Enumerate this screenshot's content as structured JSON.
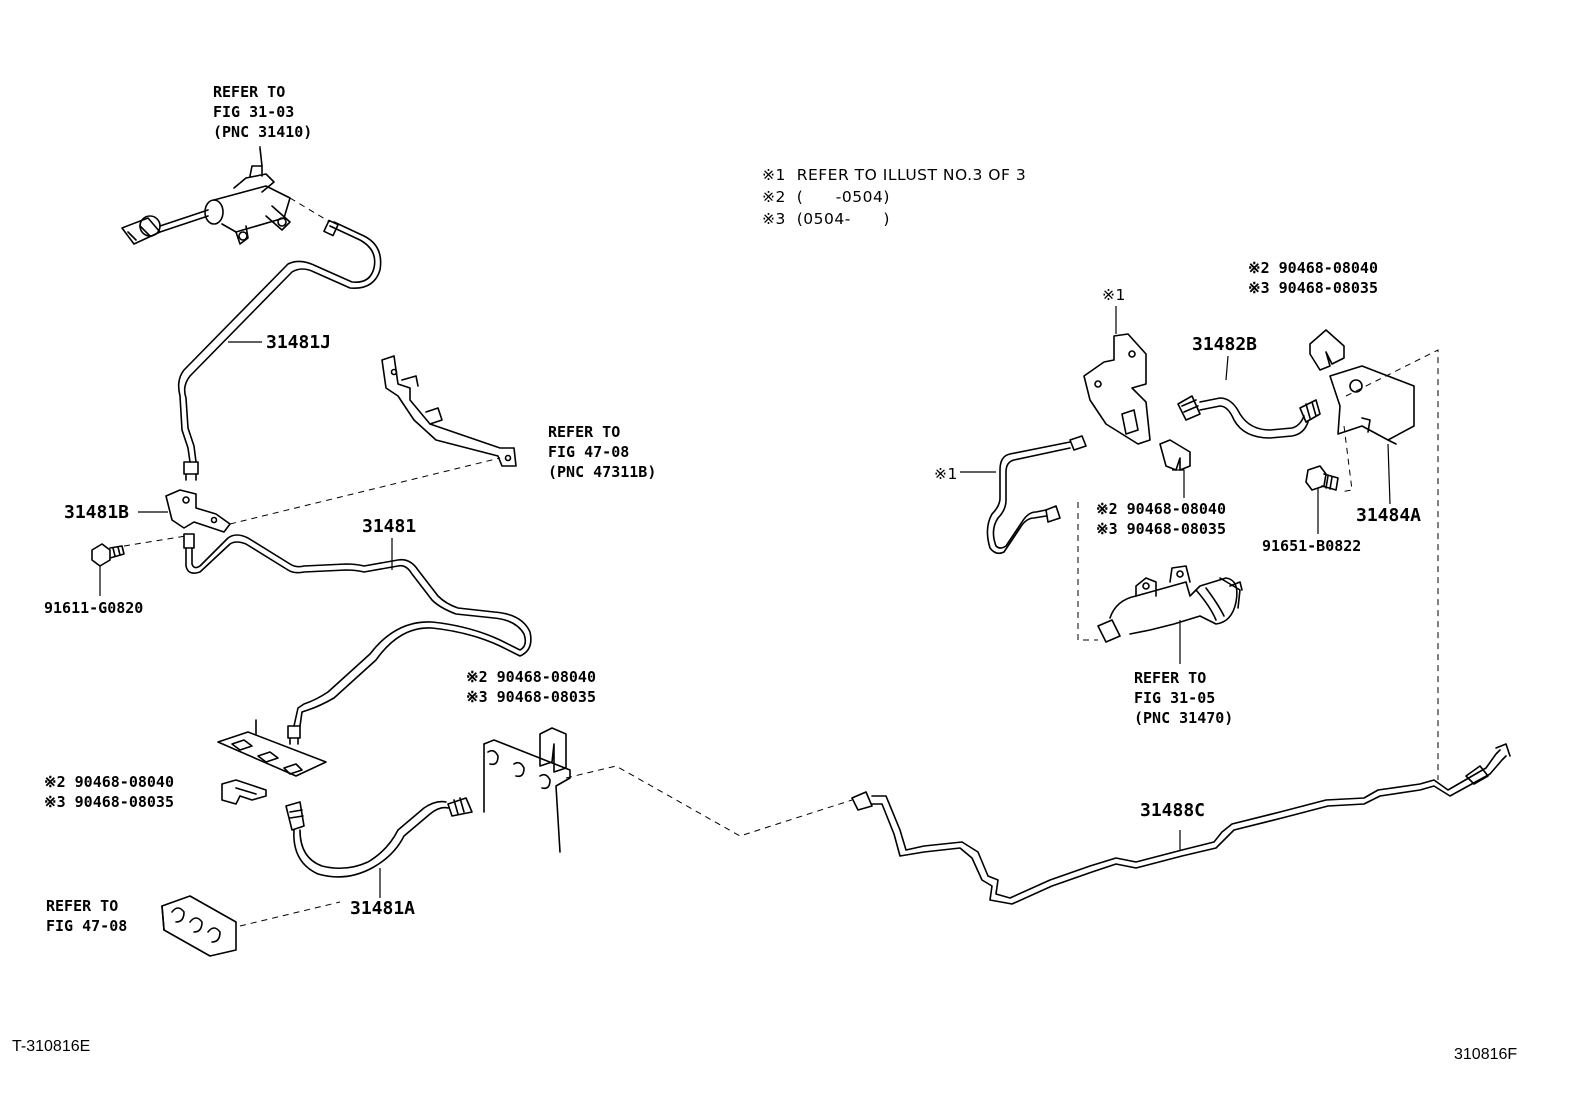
{
  "notes": [
    "※1  REFER TO ILLUST NO.3 OF 3",
    "※2  (      -0504)",
    "※3  (0504-      )"
  ],
  "refer_master": [
    "REFER TO",
    "FIG 31-03",
    "(PNC 31410)"
  ],
  "refer_bracket": [
    "REFER TO",
    "FIG 47-08",
    "(PNC 47311B)"
  ],
  "refer_release": [
    "REFER TO",
    "FIG 31-05",
    "(PNC 31470)"
  ],
  "refer_clamp": [
    "REFER TO",
    "FIG 47-08"
  ],
  "parts": {
    "p31481J": "31481J",
    "p31481B": "31481B",
    "p31481": "31481",
    "p31481A": "31481A",
    "p31482B": "31482B",
    "p31484A": "31484A",
    "p31488C": "31488C",
    "bolt_left": "91611-G0820",
    "bolt_right": "91651-B0822",
    "star1_top": "※1",
    "star1_pipe": "※1"
  },
  "clips": {
    "upper_right": [
      "※2 90468-08040",
      "※3 90468-08035"
    ],
    "mid_right": [
      "※2 90468-08040",
      "※3 90468-08035"
    ],
    "center": [
      "※2 90468-08040",
      "※3 90468-08035"
    ],
    "left": [
      "※2 90468-08040",
      "※3 90468-08035"
    ]
  },
  "footer": {
    "left_code": "T-310816E",
    "right_code": "310816F"
  }
}
